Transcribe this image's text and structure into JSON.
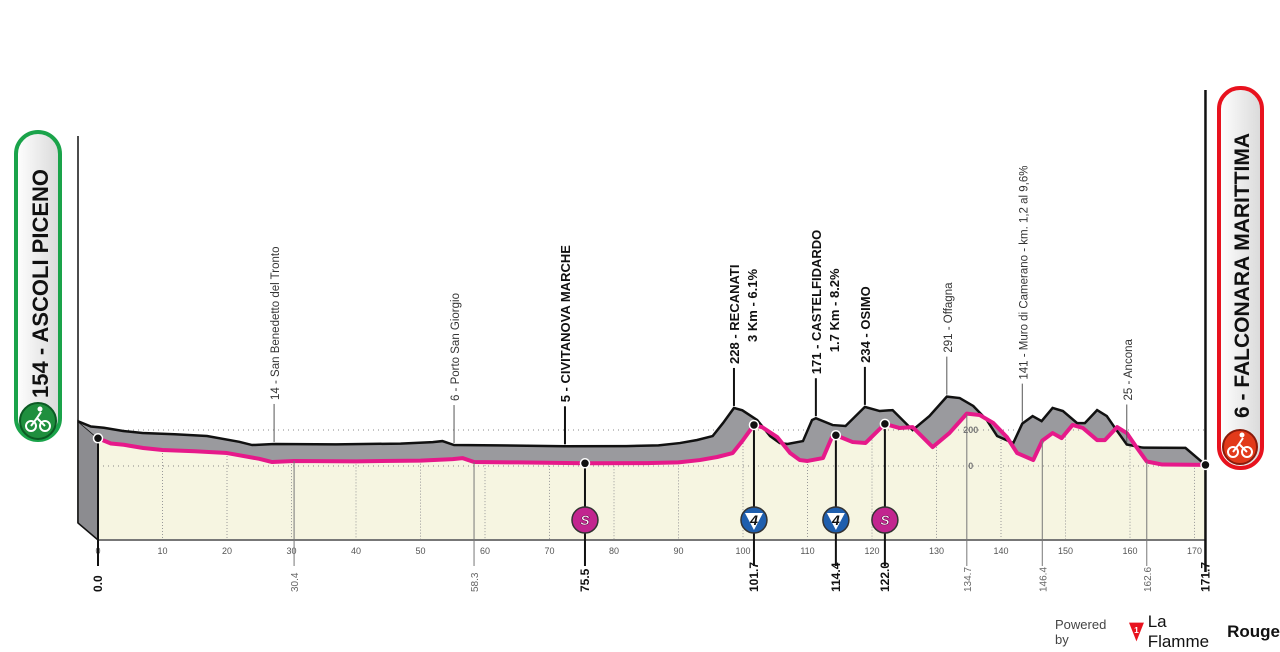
{
  "start": {
    "label": "154 - ASCOLI PICENO",
    "color": "#1aa34a",
    "icon": "cyclist-icon"
  },
  "finish": {
    "label": "6 - FALCONARA MARITTIMA",
    "color": "#e8121e",
    "icon": "cyclist-icon"
  },
  "footer": {
    "powered_by": "Powered by",
    "brand_light": "La Flamme",
    "brand_bold": "Rouge",
    "brand_icon_text": "1"
  },
  "chart_data": {
    "type": "area",
    "xlim": [
      0,
      171.7
    ],
    "x_ticks": [
      0,
      10,
      20,
      30,
      40,
      50,
      60,
      70,
      80,
      90,
      100,
      110,
      120,
      130,
      140,
      150,
      160,
      170
    ],
    "elevation_ticks": [
      {
        "value": 200,
        "label": "200"
      },
      {
        "value": 0,
        "label": "0"
      }
    ],
    "colors": {
      "profile_line": "#e6198a",
      "relief": "#9a9a9e",
      "ground": "#f6f5e1"
    },
    "profile": [
      [
        0,
        154
      ],
      [
        2,
        125
      ],
      [
        4,
        118
      ],
      [
        7,
        100
      ],
      [
        10,
        89
      ],
      [
        15,
        82
      ],
      [
        20,
        72
      ],
      [
        25,
        40
      ],
      [
        27,
        22
      ],
      [
        30.4,
        28
      ],
      [
        40,
        26
      ],
      [
        50,
        30
      ],
      [
        55,
        38
      ],
      [
        56.5,
        44
      ],
      [
        58.3,
        22
      ],
      [
        65,
        20
      ],
      [
        75.5,
        15
      ],
      [
        85,
        16
      ],
      [
        90,
        20
      ],
      [
        93.3,
        33
      ],
      [
        96,
        50
      ],
      [
        98.4,
        72
      ],
      [
        100,
        144
      ],
      [
        101.7,
        228
      ],
      [
        103,
        215
      ],
      [
        105.3,
        161
      ],
      [
        107.3,
        72
      ],
      [
        108.8,
        33
      ],
      [
        110,
        28
      ],
      [
        112.4,
        44
      ],
      [
        113.8,
        161
      ],
      [
        114.4,
        171
      ],
      [
        117,
        133
      ],
      [
        119,
        128
      ],
      [
        122,
        234
      ],
      [
        124.3,
        211
      ],
      [
        126.3,
        216
      ],
      [
        129.4,
        105
      ],
      [
        132,
        183
      ],
      [
        134.7,
        291
      ],
      [
        136.7,
        283
      ],
      [
        138.8,
        239
      ],
      [
        140.9,
        161
      ],
      [
        142.5,
        72
      ],
      [
        145,
        33
      ],
      [
        146.4,
        141
      ],
      [
        148,
        183
      ],
      [
        149.4,
        155
      ],
      [
        151.1,
        228
      ],
      [
        152.7,
        211
      ],
      [
        154.9,
        144
      ],
      [
        156.1,
        144
      ],
      [
        158,
        216
      ],
      [
        159.5,
        183
      ],
      [
        161,
        105
      ],
      [
        162.6,
        25
      ],
      [
        165,
        8
      ],
      [
        171.7,
        6
      ]
    ],
    "waypoints": [
      {
        "km": 0,
        "km_label": "0.0",
        "bold": true,
        "dot": true
      },
      {
        "km": 30.4,
        "km_label": "30.4",
        "bold": false,
        "lines": [
          "14 - San Benedetto del Tronto"
        ]
      },
      {
        "km": 58.3,
        "km_label": "58.3",
        "bold": false,
        "lines": [
          "6 - Porto San Giorgio"
        ]
      },
      {
        "km": 75.5,
        "km_label": "75.5",
        "bold": true,
        "dot": true,
        "lines": [
          "5 - CIVITANOVA MARCHE"
        ],
        "badge": "sprint"
      },
      {
        "km": 101.7,
        "km_label": "101.7",
        "bold": true,
        "dot": true,
        "lines": [
          "228 - RECANATI",
          "3 Km - 6.1%"
        ],
        "badge": "kom"
      },
      {
        "km": 114.4,
        "km_label": "114.4",
        "bold": true,
        "dot": true,
        "lines": [
          "171 - CASTELFIDARDO",
          "1.7 Km - 8.2%"
        ],
        "badge": "kom"
      },
      {
        "km": 122.0,
        "km_label": "122.0",
        "bold": true,
        "dot": true,
        "lines": [
          "234 - OSIMO"
        ],
        "badge": "sprint"
      },
      {
        "km": 134.7,
        "km_label": "134.7",
        "bold": false,
        "lines": [
          "291 - Offagna"
        ]
      },
      {
        "km": 146.4,
        "km_label": "146.4",
        "bold": false,
        "lines": [
          "141 - Muro di Camerano - km. 1,2 al 9,6%"
        ]
      },
      {
        "km": 162.6,
        "km_label": "162.6",
        "bold": false,
        "lines": [
          "25 - Ancona"
        ]
      },
      {
        "km": 171.7,
        "km_label": "171.7",
        "bold": true,
        "dot": true
      }
    ],
    "badges": {
      "sprint": {
        "text": "S",
        "color": "#c2258f"
      },
      "kom": {
        "text": "4",
        "color": "#1f5fae"
      }
    }
  }
}
